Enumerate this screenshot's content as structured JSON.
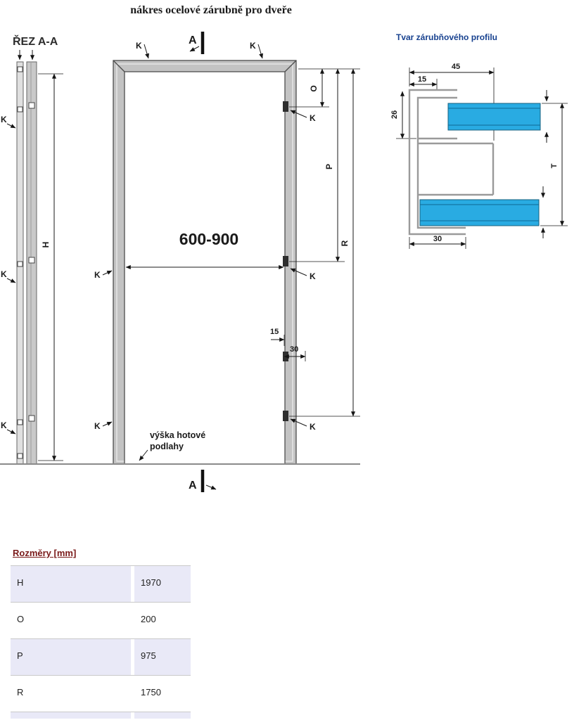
{
  "title": "nákres ocelové zárubně pro dveře",
  "section_view": {
    "label": "ŘEZ A-A",
    "k_label": "K",
    "dim_h": "H"
  },
  "front_view": {
    "marker_label": "A",
    "k_label": "K",
    "width_label": "600-900",
    "dim_o": "O",
    "dim_p": "P",
    "dim_r": "R",
    "dim_15": "15",
    "dim_30": "30",
    "floor_label_line1": "výška hotové",
    "floor_label_line2": "podlahy"
  },
  "profile_view": {
    "title": "Tvar zárubňového profilu",
    "dim_45": "45",
    "dim_15": "15",
    "dim_26": "26",
    "dim_30": "30",
    "dim_t": "T"
  },
  "table": {
    "header": "Rozměry [mm]",
    "rows": [
      {
        "label": "H",
        "value": "1970"
      },
      {
        "label": "O",
        "value": "200"
      },
      {
        "label": "P",
        "value": "975"
      },
      {
        "label": "R",
        "value": "1750"
      }
    ]
  },
  "colors": {
    "profile_fill": "#29abe2",
    "table_header_text": "#7a1a1a",
    "row_alt_bg": "#e9e9f7"
  }
}
